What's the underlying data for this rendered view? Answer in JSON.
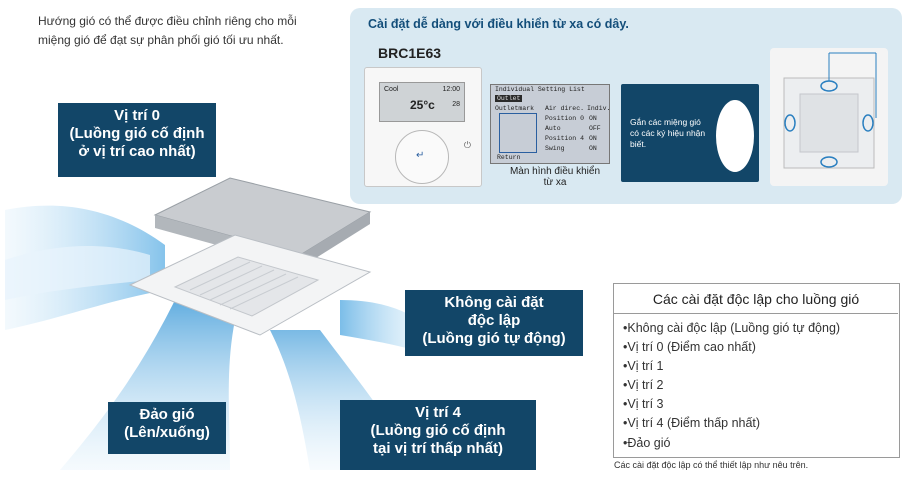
{
  "intro": {
    "line1": "Hướng gió có thể được điều chỉnh riêng cho mỗi",
    "line2": "miệng gió để đạt sự phân phối gió tối ưu nhất."
  },
  "remote_panel": {
    "title": "Cài đặt dễ dàng với điều khiển từ xa có dây.",
    "model": "BRC1E63",
    "device": {
      "lcd_mode": "Cool",
      "lcd_time": "12:00",
      "lcd_temp": "25°c",
      "lcd_set": "28"
    },
    "screen": {
      "header": "Individual Setting List",
      "tab": "Outlet",
      "rows": [
        {
          "left": "Outletmark",
          "mid": "Air direc.",
          "right": "Indiv."
        },
        {
          "left": "",
          "mid": "Position 0",
          "right": "ON"
        },
        {
          "left": "",
          "mid": "Auto",
          "right": "OFF"
        },
        {
          "left": "",
          "mid": "Position 4",
          "right": "ON"
        },
        {
          "left": "",
          "mid": "Swing",
          "right": "ON"
        }
      ],
      "footer": "Return"
    },
    "screen_caption": "Màn hình điều khiển từ xa",
    "id_text": "Gắn các miệng gió có các ký hiệu nhận biết."
  },
  "callouts": {
    "position0": [
      "Vị trí 0",
      "(Luồng gió cố định",
      "ở vị trí cao nhất)"
    ],
    "no_setting": [
      "Không cài đặt",
      "độc lập",
      "(Luồng gió tự động)"
    ],
    "swing": [
      "Đảo gió",
      "(Lên/xuống)"
    ],
    "position4": [
      "Vị trí 4",
      "(Luồng gió cố định",
      "tại vị trí thấp nhất)"
    ]
  },
  "settings": {
    "title": "Các cài đặt độc lập cho luồng gió",
    "items": [
      "•Không cài độc lập (Luồng gió tự động)",
      "•Vị trí 0 (Điểm cao nhất)",
      "•Vị trí 1",
      "•Vị trí 2",
      "•Vị trí 3",
      "•Vị trí 4 (Điểm thấp nhất)",
      "•Đảo gió"
    ],
    "note": "Các cài đặt độc lập có thể thiết lập như nêu trên."
  },
  "colors": {
    "callout_bg": "#124668",
    "panel_bg": "#d9e9f2",
    "airflow": "#5aa9de"
  }
}
